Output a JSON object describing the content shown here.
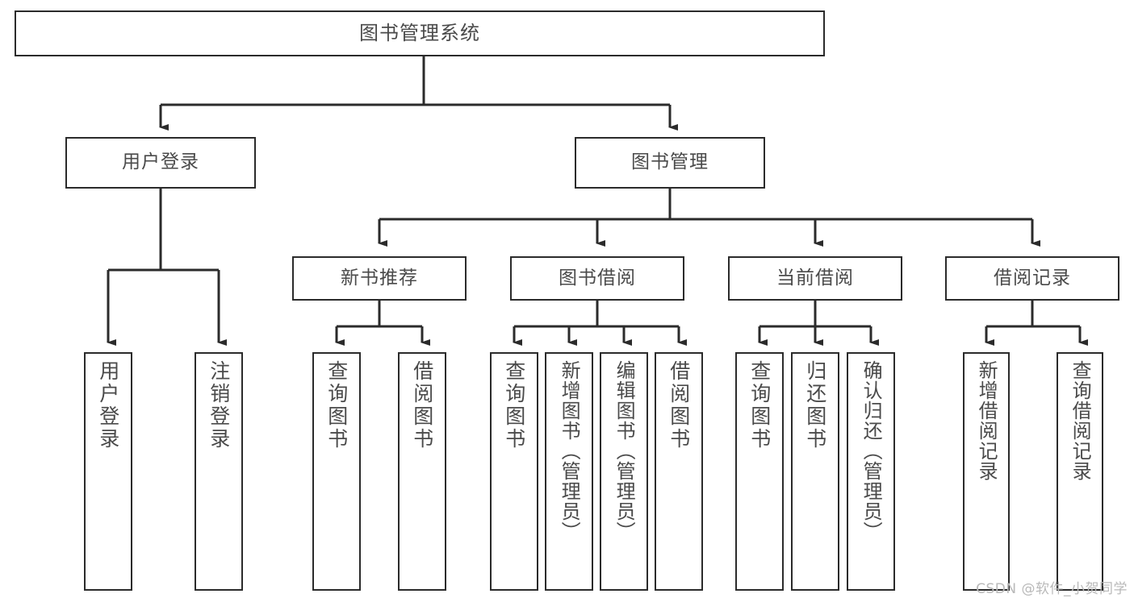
{
  "diagram": {
    "title": "图书管理系统",
    "type": "tree-hierarchy",
    "watermark": "CSDN @软件_小贺同学",
    "colors": {
      "stroke": "#2b2b2b",
      "text": "#4a4a4a",
      "background": "#ffffff",
      "watermark": "#b9b9b9"
    },
    "root": {
      "label": "图书管理系统"
    },
    "level2": [
      {
        "label": "用户登录"
      },
      {
        "label": "图书管理"
      }
    ],
    "level3": [
      {
        "label": "新书推荐"
      },
      {
        "label": "图书借阅"
      },
      {
        "label": "当前借阅"
      },
      {
        "label": "借阅记录"
      }
    ],
    "leaves": {
      "user_login": [
        {
          "label": "用户登录"
        },
        {
          "label": "注销登录"
        }
      ],
      "new_book": [
        {
          "label": "查询图书"
        },
        {
          "label": "借阅图书"
        }
      ],
      "borrow_book": [
        {
          "label": "查询图书"
        },
        {
          "label": "新增图书（管理员）"
        },
        {
          "label": "编辑图书（管理员）"
        },
        {
          "label": "借阅图书"
        }
      ],
      "current_borrow": [
        {
          "label": "查询图书"
        },
        {
          "label": "归还图书"
        },
        {
          "label": "确认归还（管理员）"
        }
      ],
      "borrow_record": [
        {
          "label": "新增借阅记录"
        },
        {
          "label": "查询借阅记录"
        }
      ]
    }
  }
}
